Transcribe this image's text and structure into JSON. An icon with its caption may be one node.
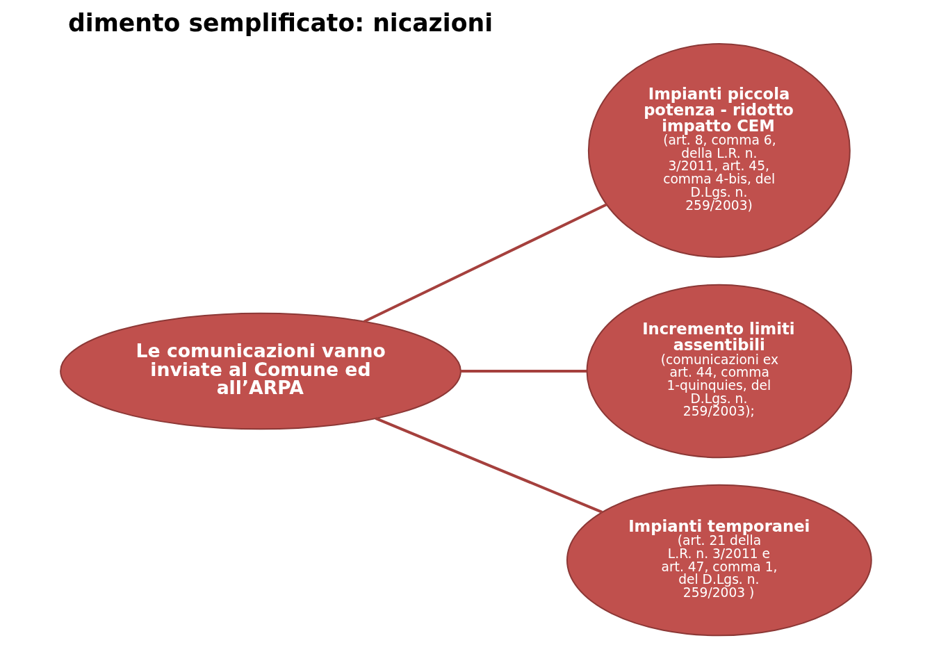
{
  "diagram": {
    "title": "dimento semplificato: nicazioni",
    "nodes": [
      {
        "text": [
          "Le comunicazioni vanno inviate al Comune ed all’ARPA"
        ]
      },
      {
        "text": [
          "Impianti piccola potenza - ridotto impatto CEM",
          "(art. 8, comma 6, della L.R. n. 3/2011, art. 45, comma 4-bis, del D.Lgs. n. 259/2003)"
        ]
      },
      {
        "text": [
          "Incremento limiti assentibili",
          "(comunicazioni ex art. 44, comma 1-quinquies, del D.Lgs. n. 259/2003);"
        ]
      },
      {
        "text": [
          "Impianti temporanei",
          "(art. 21 della L.R. n. 3/2011 e art. 47, comma 1, del D.Lgs. n. 259/2003 )"
        ]
      }
    ],
    "edges": [
      {
        "from": 0,
        "to": 1,
        "arrow": "none"
      },
      {
        "from": 0,
        "to": 2,
        "arrow": "none"
      },
      {
        "from": 0,
        "to": 3,
        "arrow": "none"
      }
    ]
  }
}
